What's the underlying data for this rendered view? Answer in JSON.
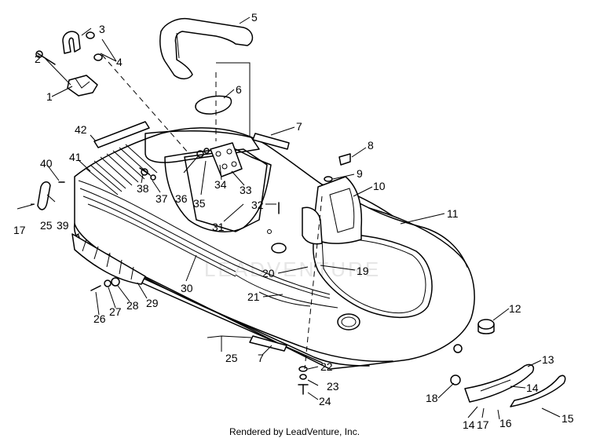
{
  "footer": "Rendered by LeadVenture, Inc.",
  "watermark": "LEADVENTURE",
  "callouts": [
    {
      "id": "c2",
      "text": "2"
    },
    {
      "id": "c1",
      "text": "1"
    },
    {
      "id": "c3",
      "text": "3"
    },
    {
      "id": "c4",
      "text": "4"
    },
    {
      "id": "c5",
      "text": "5"
    },
    {
      "id": "c6",
      "text": "6"
    },
    {
      "id": "c7a",
      "text": "7"
    },
    {
      "id": "c8",
      "text": "8"
    },
    {
      "id": "c9",
      "text": "9"
    },
    {
      "id": "c10",
      "text": "10"
    },
    {
      "id": "c11",
      "text": "11"
    },
    {
      "id": "c12",
      "text": "12"
    },
    {
      "id": "c13",
      "text": "13"
    },
    {
      "id": "c14a",
      "text": "14"
    },
    {
      "id": "c14b",
      "text": "14"
    },
    {
      "id": "c15",
      "text": "15"
    },
    {
      "id": "c16",
      "text": "16"
    },
    {
      "id": "c17a",
      "text": "17"
    },
    {
      "id": "c17b",
      "text": "17"
    },
    {
      "id": "c18",
      "text": "18"
    },
    {
      "id": "c19",
      "text": "19"
    },
    {
      "id": "c20",
      "text": "20"
    },
    {
      "id": "c21",
      "text": "21"
    },
    {
      "id": "c22",
      "text": "22"
    },
    {
      "id": "c23",
      "text": "23"
    },
    {
      "id": "c24",
      "text": "24"
    },
    {
      "id": "c25a",
      "text": "25"
    },
    {
      "id": "c25b",
      "text": "25"
    },
    {
      "id": "c26",
      "text": "26"
    },
    {
      "id": "c27",
      "text": "27"
    },
    {
      "id": "c28",
      "text": "28"
    },
    {
      "id": "c29",
      "text": "29"
    },
    {
      "id": "c30",
      "text": "30"
    },
    {
      "id": "c31",
      "text": "31"
    },
    {
      "id": "c32",
      "text": "32"
    },
    {
      "id": "c33",
      "text": "33"
    },
    {
      "id": "c34",
      "text": "34"
    },
    {
      "id": "c35",
      "text": "35"
    },
    {
      "id": "c36",
      "text": "36"
    },
    {
      "id": "c37",
      "text": "37"
    },
    {
      "id": "c38",
      "text": "38"
    },
    {
      "id": "c39",
      "text": "39"
    },
    {
      "id": "c40",
      "text": "40"
    },
    {
      "id": "c41",
      "text": "41"
    },
    {
      "id": "c42",
      "text": "42"
    },
    {
      "id": "c7b",
      "text": "7"
    }
  ]
}
